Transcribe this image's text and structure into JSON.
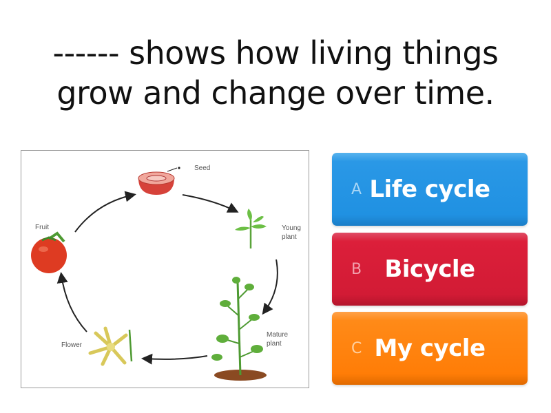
{
  "question": {
    "line1": "------ shows how living things",
    "line2": "grow and change over time."
  },
  "image": {
    "alt": "Tomato plant life cycle diagram",
    "labels": {
      "seed": "Seed",
      "young_plant_1": "Young",
      "young_plant_2": "plant",
      "mature_plant_1": "Mature",
      "mature_plant_2": "plant",
      "flower": "Flower",
      "fruit": "Fruit"
    }
  },
  "answers": [
    {
      "letter": "A",
      "text": "Life cycle",
      "color": "#2091e2"
    },
    {
      "letter": "B",
      "text": "Bicycle",
      "color": "#d21b35"
    },
    {
      "letter": "C",
      "text": "My cycle",
      "color": "#ff7d07"
    }
  ]
}
